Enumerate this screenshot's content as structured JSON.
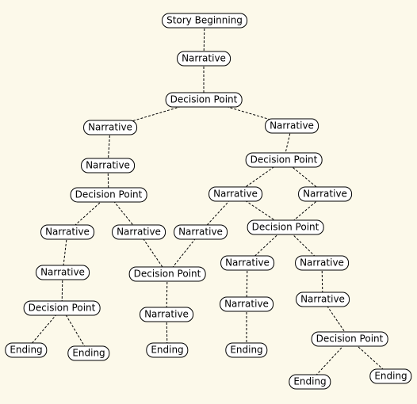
{
  "diagram": {
    "nodes": [
      {
        "id": "n1",
        "label": "Story Beginning"
      },
      {
        "id": "n2",
        "label": "Narrative"
      },
      {
        "id": "n3",
        "label": "Decision Point"
      },
      {
        "id": "n4",
        "label": "Narrative"
      },
      {
        "id": "n5",
        "label": "Narrative"
      },
      {
        "id": "n6",
        "label": "Narrative"
      },
      {
        "id": "n7",
        "label": "Decision Point"
      },
      {
        "id": "n8",
        "label": "Decision Point"
      },
      {
        "id": "n9",
        "label": "Narrative"
      },
      {
        "id": "n10",
        "label": "Narrative"
      },
      {
        "id": "n11",
        "label": "Narrative"
      },
      {
        "id": "n12",
        "label": "Narrative"
      },
      {
        "id": "n13",
        "label": "Narrative"
      },
      {
        "id": "n14",
        "label": "Decision Point"
      },
      {
        "id": "n15",
        "label": "Narrative"
      },
      {
        "id": "n16",
        "label": "Decision Point"
      },
      {
        "id": "n17",
        "label": "Narrative"
      },
      {
        "id": "n18",
        "label": "Narrative"
      },
      {
        "id": "n19",
        "label": "Decision Point"
      },
      {
        "id": "n20",
        "label": "Narrative"
      },
      {
        "id": "n21",
        "label": "Narrative"
      },
      {
        "id": "n22",
        "label": "Narrative"
      },
      {
        "id": "n23",
        "label": "Ending"
      },
      {
        "id": "n24",
        "label": "Ending"
      },
      {
        "id": "n25",
        "label": "Ending"
      },
      {
        "id": "n26",
        "label": "Ending"
      },
      {
        "id": "n27",
        "label": "Decision Point"
      },
      {
        "id": "n28",
        "label": "Ending"
      },
      {
        "id": "n29",
        "label": "Ending"
      }
    ],
    "edges": [
      [
        "n1",
        "n2"
      ],
      [
        "n2",
        "n3"
      ],
      [
        "n3",
        "n4"
      ],
      [
        "n3",
        "n6"
      ],
      [
        "n4",
        "n5"
      ],
      [
        "n5",
        "n7"
      ],
      [
        "n7",
        "n9"
      ],
      [
        "n7",
        "n10"
      ],
      [
        "n6",
        "n8"
      ],
      [
        "n8",
        "n12"
      ],
      [
        "n8",
        "n13"
      ],
      [
        "n9",
        "n15"
      ],
      [
        "n15",
        "n19"
      ],
      [
        "n19",
        "n23"
      ],
      [
        "n19",
        "n24"
      ],
      [
        "n10",
        "n16"
      ],
      [
        "n11",
        "n16"
      ],
      [
        "n12",
        "n11"
      ],
      [
        "n12",
        "n14"
      ],
      [
        "n13",
        "n14"
      ],
      [
        "n16",
        "n22"
      ],
      [
        "n22",
        "n25"
      ],
      [
        "n14",
        "n17"
      ],
      [
        "n14",
        "n18"
      ],
      [
        "n17",
        "n20"
      ],
      [
        "n20",
        "n26"
      ],
      [
        "n18",
        "n21"
      ],
      [
        "n21",
        "n27"
      ],
      [
        "n27",
        "n28"
      ],
      [
        "n27",
        "n29"
      ]
    ]
  }
}
